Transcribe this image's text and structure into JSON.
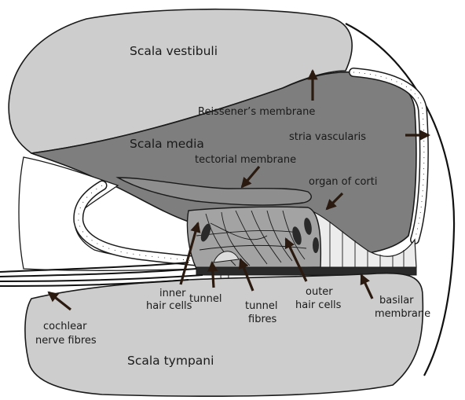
{
  "regions": {
    "scala_vestibuli": "Scala vestibuli",
    "scala_media": "Scala media",
    "scala_tympani": "Scala tympani"
  },
  "labels": {
    "reissners_membrane": "Reissener’s membrane",
    "stria_vascularis": "stria vascularis",
    "tectorial_membrane": "tectorial membrane",
    "organ_of_corti": "organ of corti",
    "inner_hair_cells_line1": "inner",
    "inner_hair_cells_line2": "hair cells",
    "tunnel": "tunnel",
    "tunnel_fibres_line1": "tunnel",
    "tunnel_fibres_line2": "fibres",
    "outer_hair_cells_line1": "outer",
    "outer_hair_cells_line2": "hair cells",
    "basilar_membrane_line1": "basilar",
    "basilar_membrane_line2": "membrane",
    "cochlear_nerve_line1": "cochlear",
    "cochlear_nerve_line2": "nerve fibres"
  },
  "colors": {
    "scala_fill": "#cdcdcd",
    "media_fill": "#7e7e7e",
    "organ_fill": "#a3a3a3",
    "tectorial_fill": "#8e8e8e",
    "outline": "#1a1a1a",
    "arrow": "#2a1a10"
  }
}
